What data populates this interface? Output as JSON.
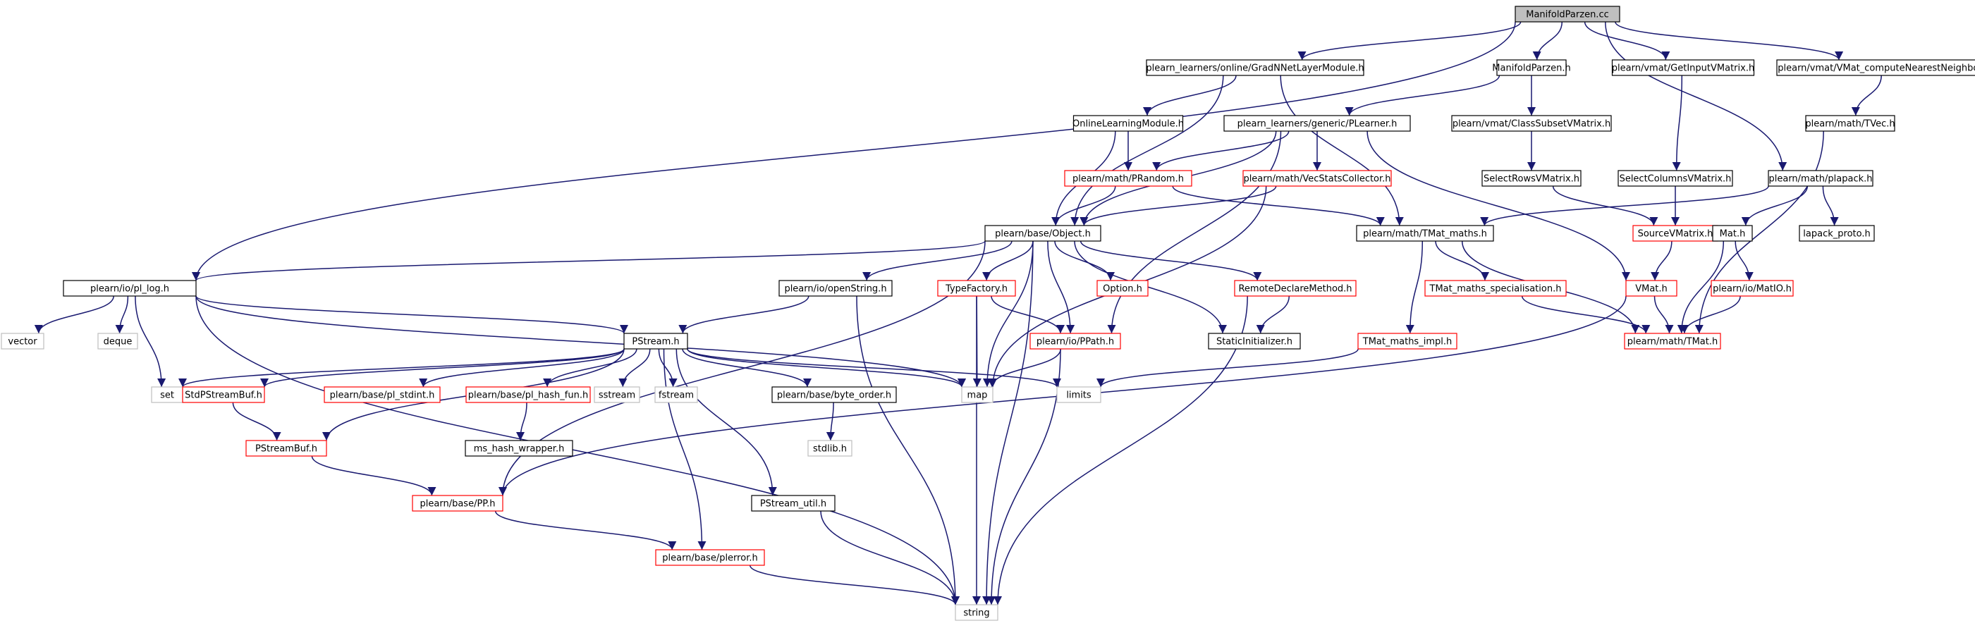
{
  "colors": {
    "edge": "#191970",
    "node_border_documented": "#000000",
    "node_border_truncated": "#ff0000",
    "node_border_system": "#bfbfbf",
    "root_fill": "#bfbfbf",
    "text": "#000000"
  },
  "graph": {
    "nodes": [
      {
        "id": "root",
        "label": "ManifoldParzen.cc",
        "kind": "root"
      },
      {
        "id": "grad",
        "label": "plearn_learners/online/GradNNetLayerModule.h",
        "kind": "black"
      },
      {
        "id": "mph",
        "label": "ManifoldParzen.h",
        "kind": "black"
      },
      {
        "id": "gin",
        "label": "plearn/vmat/GetInputVMatrix.h",
        "kind": "black"
      },
      {
        "id": "vcnn",
        "label": "plearn/vmat/VMat_computeNearestNeighbors.h",
        "kind": "black"
      },
      {
        "id": "olm",
        "label": "OnlineLearningModule.h",
        "kind": "black"
      },
      {
        "id": "plearner",
        "label": "plearn_learners/generic/PLearner.h",
        "kind": "black"
      },
      {
        "id": "csvm",
        "label": "plearn/vmat/ClassSubsetVMatrix.h",
        "kind": "black"
      },
      {
        "id": "tvec",
        "label": "plearn/math/TVec.h",
        "kind": "black"
      },
      {
        "id": "prandom",
        "label": "plearn/math/PRandom.h",
        "kind": "red"
      },
      {
        "id": "vsc",
        "label": "plearn/math/VecStatsCollector.h",
        "kind": "red"
      },
      {
        "id": "srvm",
        "label": "SelectRowsVMatrix.h",
        "kind": "black"
      },
      {
        "id": "scvm",
        "label": "SelectColumnsVMatrix.h",
        "kind": "black"
      },
      {
        "id": "plapack",
        "label": "plearn/math/plapack.h",
        "kind": "black"
      },
      {
        "id": "object",
        "label": "plearn/base/Object.h",
        "kind": "black"
      },
      {
        "id": "tmm",
        "label": "plearn/math/TMat_maths.h",
        "kind": "black"
      },
      {
        "id": "svm",
        "label": "SourceVMatrix.h",
        "kind": "red"
      },
      {
        "id": "math",
        "label": "Mat.h",
        "kind": "black"
      },
      {
        "id": "lapack",
        "label": "lapack_proto.h",
        "kind": "black"
      },
      {
        "id": "pllog",
        "label": "plearn/io/pl_log.h",
        "kind": "black"
      },
      {
        "id": "openstr",
        "label": "plearn/io/openString.h",
        "kind": "black"
      },
      {
        "id": "tfact",
        "label": "TypeFactory.h",
        "kind": "red"
      },
      {
        "id": "option",
        "label": "Option.h",
        "kind": "red"
      },
      {
        "id": "rdm",
        "label": "RemoteDeclareMethod.h",
        "kind": "red"
      },
      {
        "id": "tms",
        "label": "TMat_maths_specialisation.h",
        "kind": "red"
      },
      {
        "id": "vmat",
        "label": "VMat.h",
        "kind": "red"
      },
      {
        "id": "matio",
        "label": "plearn/io/MatIO.h",
        "kind": "red"
      },
      {
        "id": "vector",
        "label": "vector",
        "kind": "gray"
      },
      {
        "id": "deque",
        "label": "deque",
        "kind": "gray"
      },
      {
        "id": "ppath",
        "label": "plearn/io/PPath.h",
        "kind": "red"
      },
      {
        "id": "statinit",
        "label": "StaticInitializer.h",
        "kind": "black"
      },
      {
        "id": "tmi",
        "label": "TMat_maths_impl.h",
        "kind": "red"
      },
      {
        "id": "tmat",
        "label": "plearn/math/TMat.h",
        "kind": "red"
      },
      {
        "id": "pstream",
        "label": "PStream.h",
        "kind": "black"
      },
      {
        "id": "set",
        "label": "set",
        "kind": "gray"
      },
      {
        "id": "spsb",
        "label": "StdPStreamBuf.h",
        "kind": "red"
      },
      {
        "id": "plstdint",
        "label": "plearn/base/pl_stdint.h",
        "kind": "red"
      },
      {
        "id": "plhash",
        "label": "plearn/base/pl_hash_fun.h",
        "kind": "red"
      },
      {
        "id": "sstream",
        "label": "sstream",
        "kind": "gray"
      },
      {
        "id": "fstream",
        "label": "fstream",
        "kind": "gray"
      },
      {
        "id": "map",
        "label": "map",
        "kind": "gray"
      },
      {
        "id": "limits",
        "label": "limits",
        "kind": "gray"
      },
      {
        "id": "border",
        "label": "plearn/base/byte_order.h",
        "kind": "black"
      },
      {
        "id": "mshash",
        "label": "ms_hash_wrapper.h",
        "kind": "black"
      },
      {
        "id": "stdlib",
        "label": "stdlib.h",
        "kind": "gray"
      },
      {
        "id": "psb",
        "label": "PStreamBuf.h",
        "kind": "red"
      },
      {
        "id": "pp",
        "label": "plearn/base/PP.h",
        "kind": "red"
      },
      {
        "id": "psutil",
        "label": "PStream_util.h",
        "kind": "black"
      },
      {
        "id": "plerror",
        "label": "plearn/base/plerror.h",
        "kind": "red"
      },
      {
        "id": "string",
        "label": "string",
        "kind": "gray"
      }
    ],
    "edges": [
      [
        "root",
        "grad"
      ],
      [
        "root",
        "mph"
      ],
      [
        "root",
        "gin"
      ],
      [
        "root",
        "vcnn"
      ],
      [
        "root",
        "pllog"
      ],
      [
        "root",
        "plapack"
      ],
      [
        "grad",
        "olm"
      ],
      [
        "grad",
        "object"
      ],
      [
        "grad",
        "tmm"
      ],
      [
        "mph",
        "plearner"
      ],
      [
        "mph",
        "csvm"
      ],
      [
        "gin",
        "scvm"
      ],
      [
        "vcnn",
        "tvec"
      ],
      [
        "olm",
        "object"
      ],
      [
        "olm",
        "prandom"
      ],
      [
        "plearner",
        "object"
      ],
      [
        "plearner",
        "prandom"
      ],
      [
        "plearner",
        "vsc"
      ],
      [
        "plearner",
        "ppath"
      ],
      [
        "plearner",
        "vmat"
      ],
      [
        "csvm",
        "srvm"
      ],
      [
        "tvec",
        "tmat"
      ],
      [
        "prandom",
        "object"
      ],
      [
        "prandom",
        "tmm"
      ],
      [
        "vsc",
        "object"
      ],
      [
        "vsc",
        "map"
      ],
      [
        "srvm",
        "svm"
      ],
      [
        "scvm",
        "svm"
      ],
      [
        "plapack",
        "tmm"
      ],
      [
        "plapack",
        "math"
      ],
      [
        "plapack",
        "lapack"
      ],
      [
        "object",
        "pllog"
      ],
      [
        "object",
        "openstr"
      ],
      [
        "object",
        "tfact"
      ],
      [
        "object",
        "option"
      ],
      [
        "object",
        "rdm"
      ],
      [
        "object",
        "ppath"
      ],
      [
        "object",
        "statinit"
      ],
      [
        "object",
        "map"
      ],
      [
        "object",
        "string"
      ],
      [
        "object",
        "pp"
      ],
      [
        "tmm",
        "tms"
      ],
      [
        "tmm",
        "tmi"
      ],
      [
        "tmm",
        "tmat"
      ],
      [
        "svm",
        "vmat"
      ],
      [
        "math",
        "tmat"
      ],
      [
        "math",
        "matio"
      ],
      [
        "pllog",
        "vector"
      ],
      [
        "pllog",
        "deque"
      ],
      [
        "pllog",
        "set"
      ],
      [
        "pllog",
        "pstream"
      ],
      [
        "pllog",
        "map"
      ],
      [
        "pllog",
        "string"
      ],
      [
        "openstr",
        "pstream"
      ],
      [
        "openstr",
        "string"
      ],
      [
        "tfact",
        "ppath"
      ],
      [
        "tfact",
        "map"
      ],
      [
        "tfact",
        "string"
      ],
      [
        "rdm",
        "statinit"
      ],
      [
        "rdm",
        "string"
      ],
      [
        "tms",
        "tmat"
      ],
      [
        "vmat",
        "tmat"
      ],
      [
        "vmat",
        "pp"
      ],
      [
        "matio",
        "tmat"
      ],
      [
        "ppath",
        "map"
      ],
      [
        "ppath",
        "string"
      ],
      [
        "tmi",
        "limits"
      ],
      [
        "pstream",
        "set"
      ],
      [
        "pstream",
        "spsb"
      ],
      [
        "pstream",
        "plstdint"
      ],
      [
        "pstream",
        "plhash"
      ],
      [
        "pstream",
        "sstream"
      ],
      [
        "pstream",
        "fstream"
      ],
      [
        "pstream",
        "map"
      ],
      [
        "pstream",
        "limits"
      ],
      [
        "pstream",
        "border"
      ],
      [
        "pstream",
        "psb"
      ],
      [
        "pstream",
        "psutil"
      ],
      [
        "pstream",
        "plerror"
      ],
      [
        "spsb",
        "psb"
      ],
      [
        "plhash",
        "mshash"
      ],
      [
        "border",
        "stdlib"
      ],
      [
        "psb",
        "pp"
      ],
      [
        "pp",
        "plerror"
      ],
      [
        "psutil",
        "string"
      ],
      [
        "plerror",
        "string"
      ]
    ]
  }
}
